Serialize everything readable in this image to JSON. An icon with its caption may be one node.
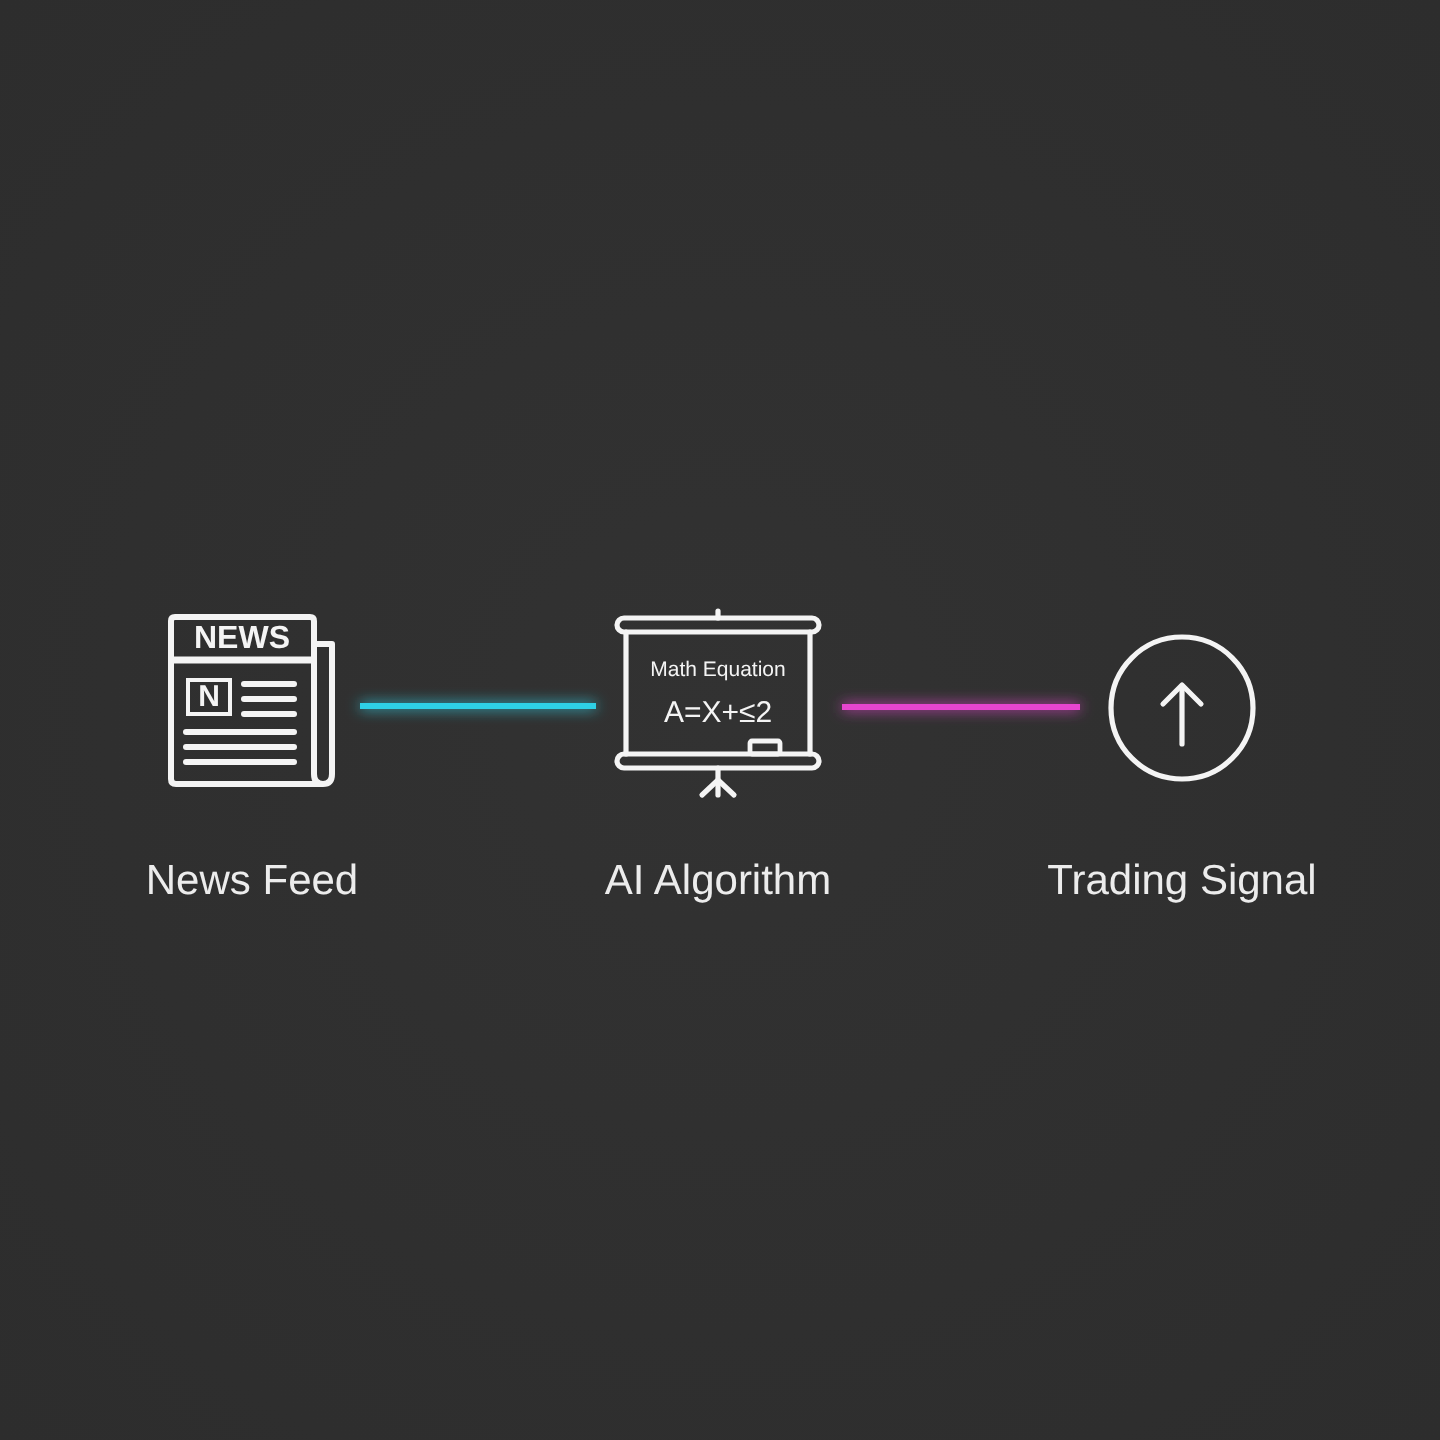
{
  "diagram": {
    "nodes": [
      {
        "text": [
          "NEWS",
          "N"
        ],
        "beside": [
          "News Feed"
        ]
      },
      {
        "text": [
          "Math Equation",
          "A=X+≤2"
        ],
        "beside": [
          "AI Algorithm"
        ]
      },
      {
        "text": [],
        "shape": "circle",
        "beside": [
          "Trading Signal"
        ]
      }
    ],
    "edges": [
      {
        "from": 0,
        "to": 1,
        "arrow": "none",
        "color": "#2fd0e6"
      },
      {
        "from": 1,
        "to": 2,
        "arrow": "none",
        "color": "#e645cf"
      }
    ]
  }
}
